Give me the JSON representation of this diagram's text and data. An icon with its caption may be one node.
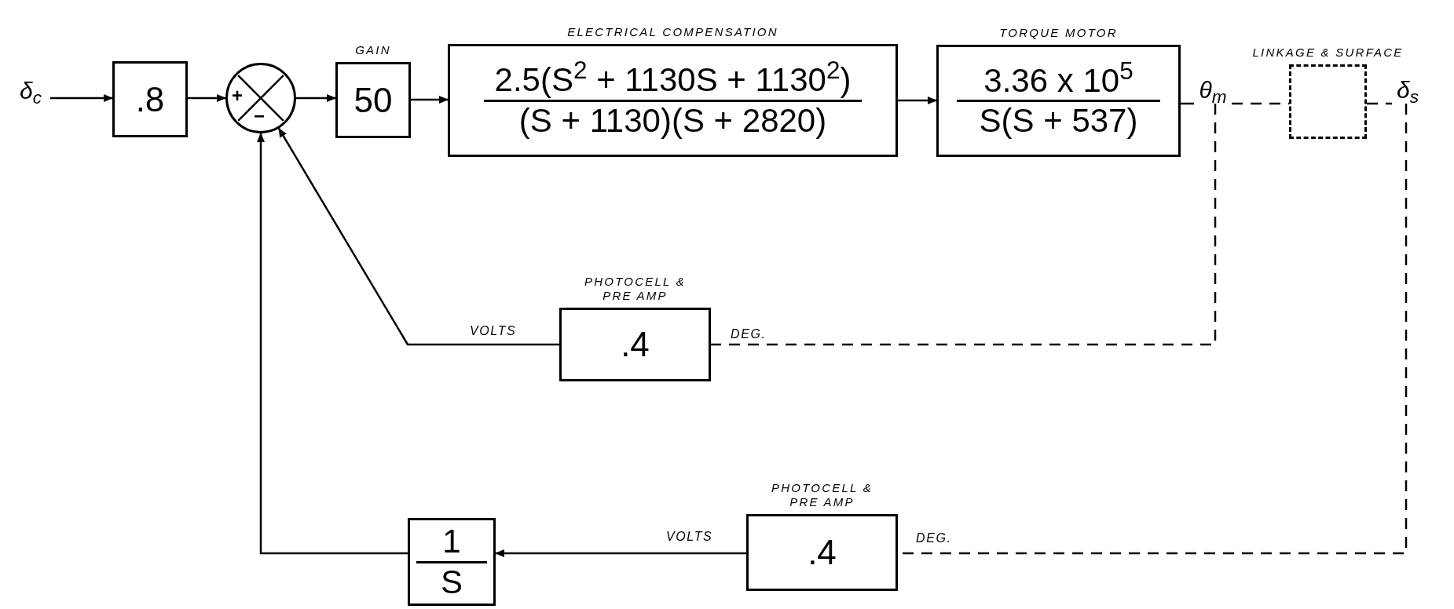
{
  "diagram": {
    "nodes": [
      {
        "text": [
          "δ$_{c}$"
        ]
      },
      {
        "text": [
          ".8"
        ]
      },
      {
        "text": [
          "+",
          "−"
        ]
      },
      {
        "text": [
          "GAIN",
          "50"
        ]
      },
      {
        "text": [
          "ELECTRICAL COMPENSATION",
          "2.5(S$^{2}$ + 1130S + 1130$^{2}$)",
          "(S + 1130)(S + 2820)"
        ]
      },
      {
        "text": [
          "TORQUE MOTOR",
          "3.36 x 10$^{5}$",
          "S(S + 537)"
        ]
      },
      {
        "text": [
          "θ$_{m}$"
        ]
      },
      {
        "text": [
          "LINKAGE & SURFACE"
        ]
      },
      {
        "text": [
          "δ$_{s}$"
        ]
      },
      {
        "text": [
          "PHOTOCELL & PRE AMP",
          ".4"
        ],
        "beside": [
          "VOLTS",
          "DEG."
        ]
      },
      {
        "text": [
          "PHOTOCELL & PRE AMP",
          ".4"
        ],
        "beside": [
          "VOLTS",
          "DEG."
        ]
      },
      {
        "text": [
          "1",
          "S"
        ]
      }
    ],
    "edges": [
      {
        "from": 0,
        "to": 1,
        "arrow": "to"
      },
      {
        "from": 1,
        "to": 2,
        "arrow": "to"
      },
      {
        "from": 2,
        "to": 3,
        "arrow": "to"
      },
      {
        "from": 3,
        "to": 4,
        "arrow": "to"
      },
      {
        "from": 4,
        "to": 5,
        "arrow": "to"
      },
      {
        "from": 5,
        "to": 6,
        "arrow": "none"
      },
      {
        "from": 6,
        "to": 7,
        "arrow": "none",
        "style": "dashed"
      },
      {
        "from": 7,
        "to": 8,
        "arrow": "none",
        "style": "dashed"
      },
      {
        "from": 6,
        "to": 9,
        "arrow": "none",
        "style": "dashed"
      },
      {
        "from": 9,
        "to": 2,
        "arrow": "to"
      },
      {
        "from": 8,
        "to": 10,
        "arrow": "none",
        "style": "dashed"
      },
      {
        "from": 10,
        "to": 11,
        "arrow": "to"
      },
      {
        "from": 11,
        "to": 2,
        "arrow": "to"
      }
    ]
  }
}
